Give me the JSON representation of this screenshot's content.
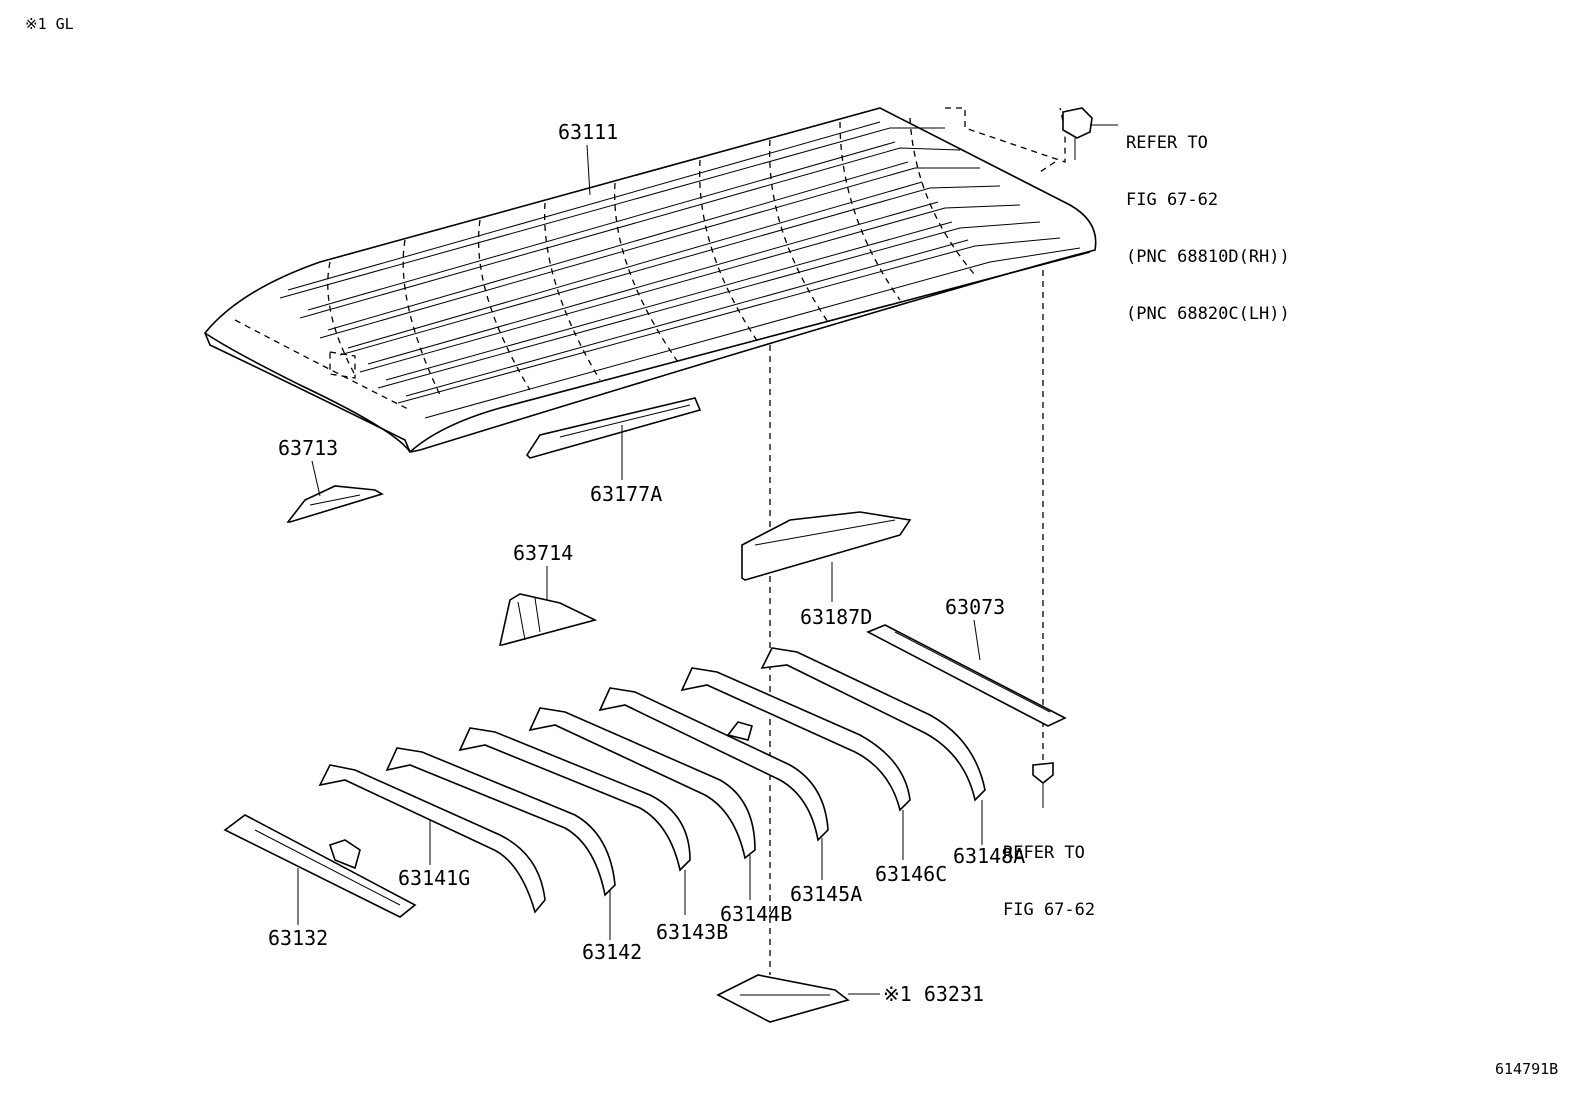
{
  "header_note": "※1 GL",
  "figure_code": "614791B",
  "parts": {
    "p63111": "63111",
    "p63713": "63713",
    "p63177a": "63177A",
    "p63714": "63714",
    "p63187d": "63187D",
    "p63073": "63073",
    "p63132": "63132",
    "p63141g": "63141G",
    "p63142": "63142",
    "p63143b": "63143B",
    "p63144b": "63144B",
    "p63145a": "63145A",
    "p63146c": "63146C",
    "p63148a": "63148A",
    "p63231": "※1 63231"
  },
  "refs": {
    "top": {
      "line1": "REFER TO",
      "line2": "FIG 67-62",
      "line3": "(PNC 68810D(RH))",
      "line4": "(PNC 68820C(LH))"
    },
    "bottom": {
      "line1": "REFER TO",
      "line2": "FIG 67-62"
    }
  }
}
